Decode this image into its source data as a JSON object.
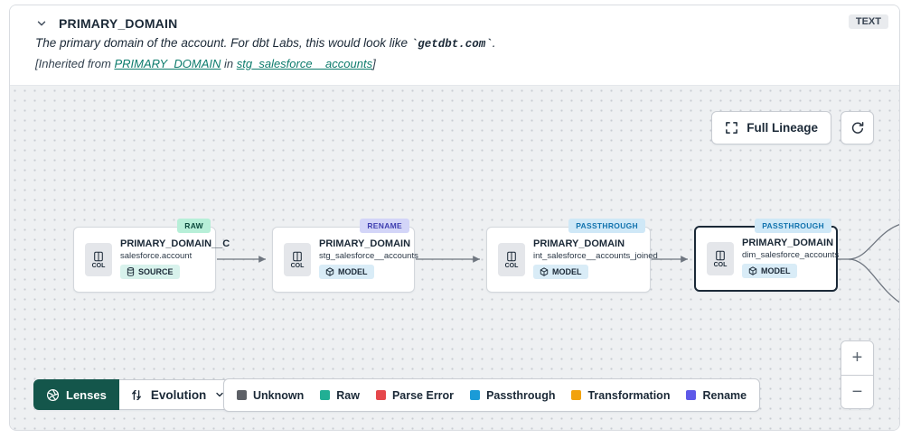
{
  "header": {
    "title": "PRIMARY_DOMAIN",
    "type_badge": "TEXT",
    "description": {
      "prefix": "The primary domain of the account. For dbt Labs, this would look like ",
      "code": "`getdbt.com`",
      "suffix": "."
    },
    "inherited": {
      "prefix": "[Inherited from ",
      "column_link": "PRIMARY_DOMAIN",
      "middle": " in ",
      "model_link": "stg_salesforce__accounts",
      "suffix": "]"
    }
  },
  "toolbar": {
    "full_lineage_label": "Full Lineage"
  },
  "canvas": {
    "nodes": [
      {
        "lens_badge": "RAW",
        "badge_bg": "#b7efd8",
        "badge_fg": "#0b4a3c",
        "col_label": "COL",
        "title": "PRIMARY_DOMAIN__C",
        "subtitle": "salesforce.account",
        "resource_type": "SOURCE",
        "type_bg": "#d8f2ec"
      },
      {
        "lens_badge": "RENAME",
        "badge_bg": "#d3d5f8",
        "badge_fg": "#3e3eb0",
        "col_label": "COL",
        "title": "PRIMARY_DOMAIN",
        "subtitle": "stg_salesforce__accounts",
        "resource_type": "MODEL",
        "type_bg": "#d9ecf7"
      },
      {
        "lens_badge": "PASSTHROUGH",
        "badge_bg": "#cfe8f7",
        "badge_fg": "#1273ae",
        "col_label": "COL",
        "title": "PRIMARY_DOMAIN",
        "subtitle": "int_salesforce__accounts_joined",
        "resource_type": "MODEL",
        "type_bg": "#d9ecf7"
      },
      {
        "lens_badge": "PASSTHROUGH",
        "badge_bg": "#cfe8f7",
        "badge_fg": "#1273ae",
        "col_label": "COL",
        "title": "PRIMARY_DOMAIN",
        "subtitle": "dim_salesforce_accounts",
        "resource_type": "MODEL",
        "type_bg": "#d9ecf7"
      }
    ]
  },
  "footer": {
    "lenses_label": "Lenses",
    "lens_selected": "Evolution",
    "legend": {
      "items": [
        {
          "label": "Unknown",
          "color": "#5d6066"
        },
        {
          "label": "Raw",
          "color": "#21af94"
        },
        {
          "label": "Parse Error",
          "color": "#e5474b"
        },
        {
          "label": "Passthrough",
          "color": "#1a9bd7"
        },
        {
          "label": "Transformation",
          "color": "#f2a20d"
        },
        {
          "label": "Rename",
          "color": "#5e59e8"
        }
      ]
    },
    "zoom_in": "+",
    "zoom_out": "−"
  },
  "icons": {
    "title_chevron": "chevron-down-icon",
    "full_lineage": "expand-icon",
    "refresh": "refresh-icon",
    "lenses": "aperture-icon",
    "lens_selector": "evolution-icon",
    "column_chip": "columns-icon",
    "source": "database-icon",
    "model": "cube-icon"
  },
  "colors": {
    "accent_link": "#0e7c6d",
    "lenses_button_bg": "#14564b",
    "selected_node_border": "#1b2937",
    "edge": "#6f7680"
  }
}
